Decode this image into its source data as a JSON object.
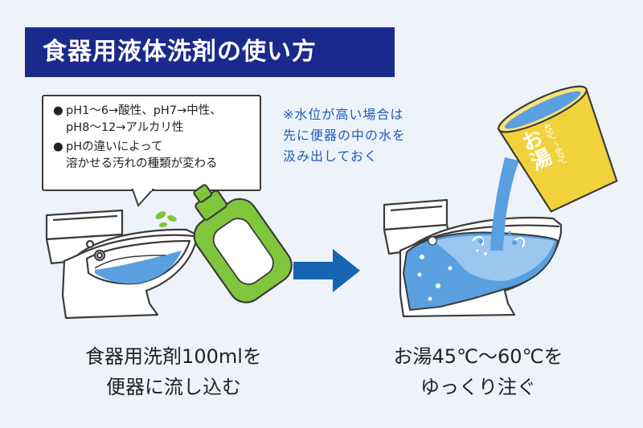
{
  "title": "食器用液体洗剤の使い方",
  "bubble": {
    "line1a": "pH1〜6→酸性、pH7→中性、",
    "line1b": "pH8〜12→アルカリ性",
    "line2a": "pHの違いによって",
    "line2b": "溶かせる汚れの種類が変わる",
    "bullet": "●"
  },
  "note": {
    "line1": "※水位が高い場合は",
    "line2": "先に便器の中の水を",
    "line3": "汲み出しておく"
  },
  "bucket": {
    "label": "お湯",
    "temp": "45℃〜60℃"
  },
  "caption_left": {
    "line1": "食器用洗剤100mlを",
    "line2": "便器に流し込む"
  },
  "caption_right": {
    "line1": "お湯45℃〜60℃を",
    "line2": "ゆっくり注ぐ"
  },
  "colors": {
    "navy": "#1a2a8c",
    "blue_text": "#1d5bb8",
    "water": "#5aa0e0",
    "bottle_green": "#7fc63d",
    "bucket_yellow": "#f2d23a",
    "arrow": "#1864b4"
  }
}
